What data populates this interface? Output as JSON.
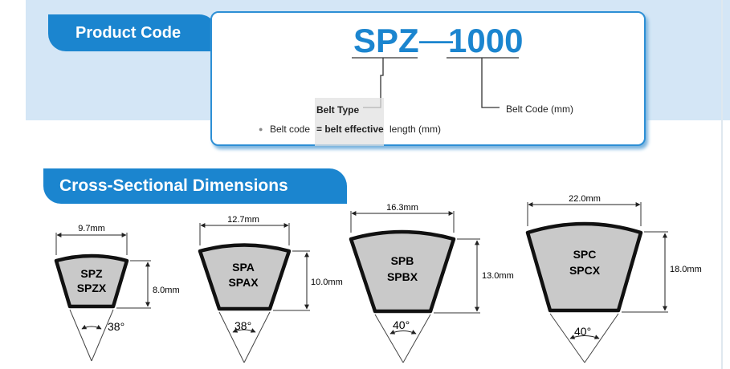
{
  "product_code": {
    "tab_label": "Product Code",
    "belt_type_value": "SPZ",
    "separator": "—",
    "belt_code_value": "1000",
    "belt_type_label": "Belt Type",
    "belt_code_label": "Belt Code (mm)",
    "note_prefix": "Belt code",
    "note_highlight": "= belt effective",
    "note_suffix": "length (mm)"
  },
  "cross_section": {
    "tab_label": "Cross-Sectional Dimensions",
    "belts": [
      {
        "name1": "SPZ",
        "name2": "SPZX",
        "width": "9.7mm",
        "height": "8.0mm",
        "angle": "38°"
      },
      {
        "name1": "SPA",
        "name2": "SPAX",
        "width": "12.7mm",
        "height": "10.0mm",
        "angle": "38°"
      },
      {
        "name1": "SPB",
        "name2": "SPBX",
        "width": "16.3mm",
        "height": "13.0mm",
        "angle": "40°"
      },
      {
        "name1": "SPC",
        "name2": "SPCX",
        "width": "22.0mm",
        "height": "18.0mm",
        "angle": "40°"
      }
    ]
  },
  "colors": {
    "accent": "#1b85cf",
    "band": "#d4e6f6",
    "belt_fill": "#c9c9c9",
    "outline": "#111111"
  }
}
